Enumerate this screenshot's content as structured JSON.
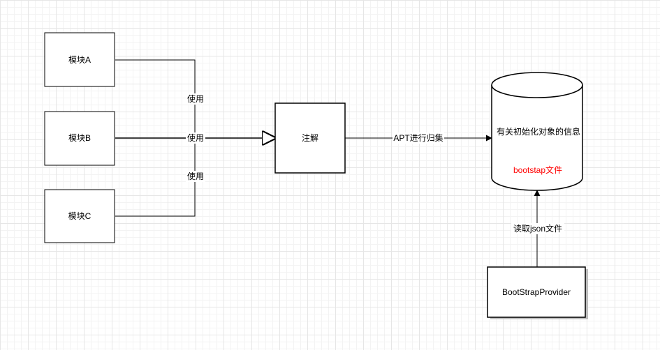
{
  "nodes": {
    "module_a": "模块A",
    "module_b": "模块B",
    "module_c": "模块C",
    "annotation": "注解",
    "db_title": "有关初始化对象的信息",
    "db_subtitle": "bootstap文件",
    "provider": "BootStrapProvider"
  },
  "edges": {
    "use_a": "使用",
    "use_b": "使用",
    "use_c": "使用",
    "apt": "APT进行归集",
    "read_json": "读取json文件"
  },
  "colors": {
    "stroke": "#000000",
    "subtitle": "#ff0000",
    "shadow": "#bdbdbd"
  }
}
